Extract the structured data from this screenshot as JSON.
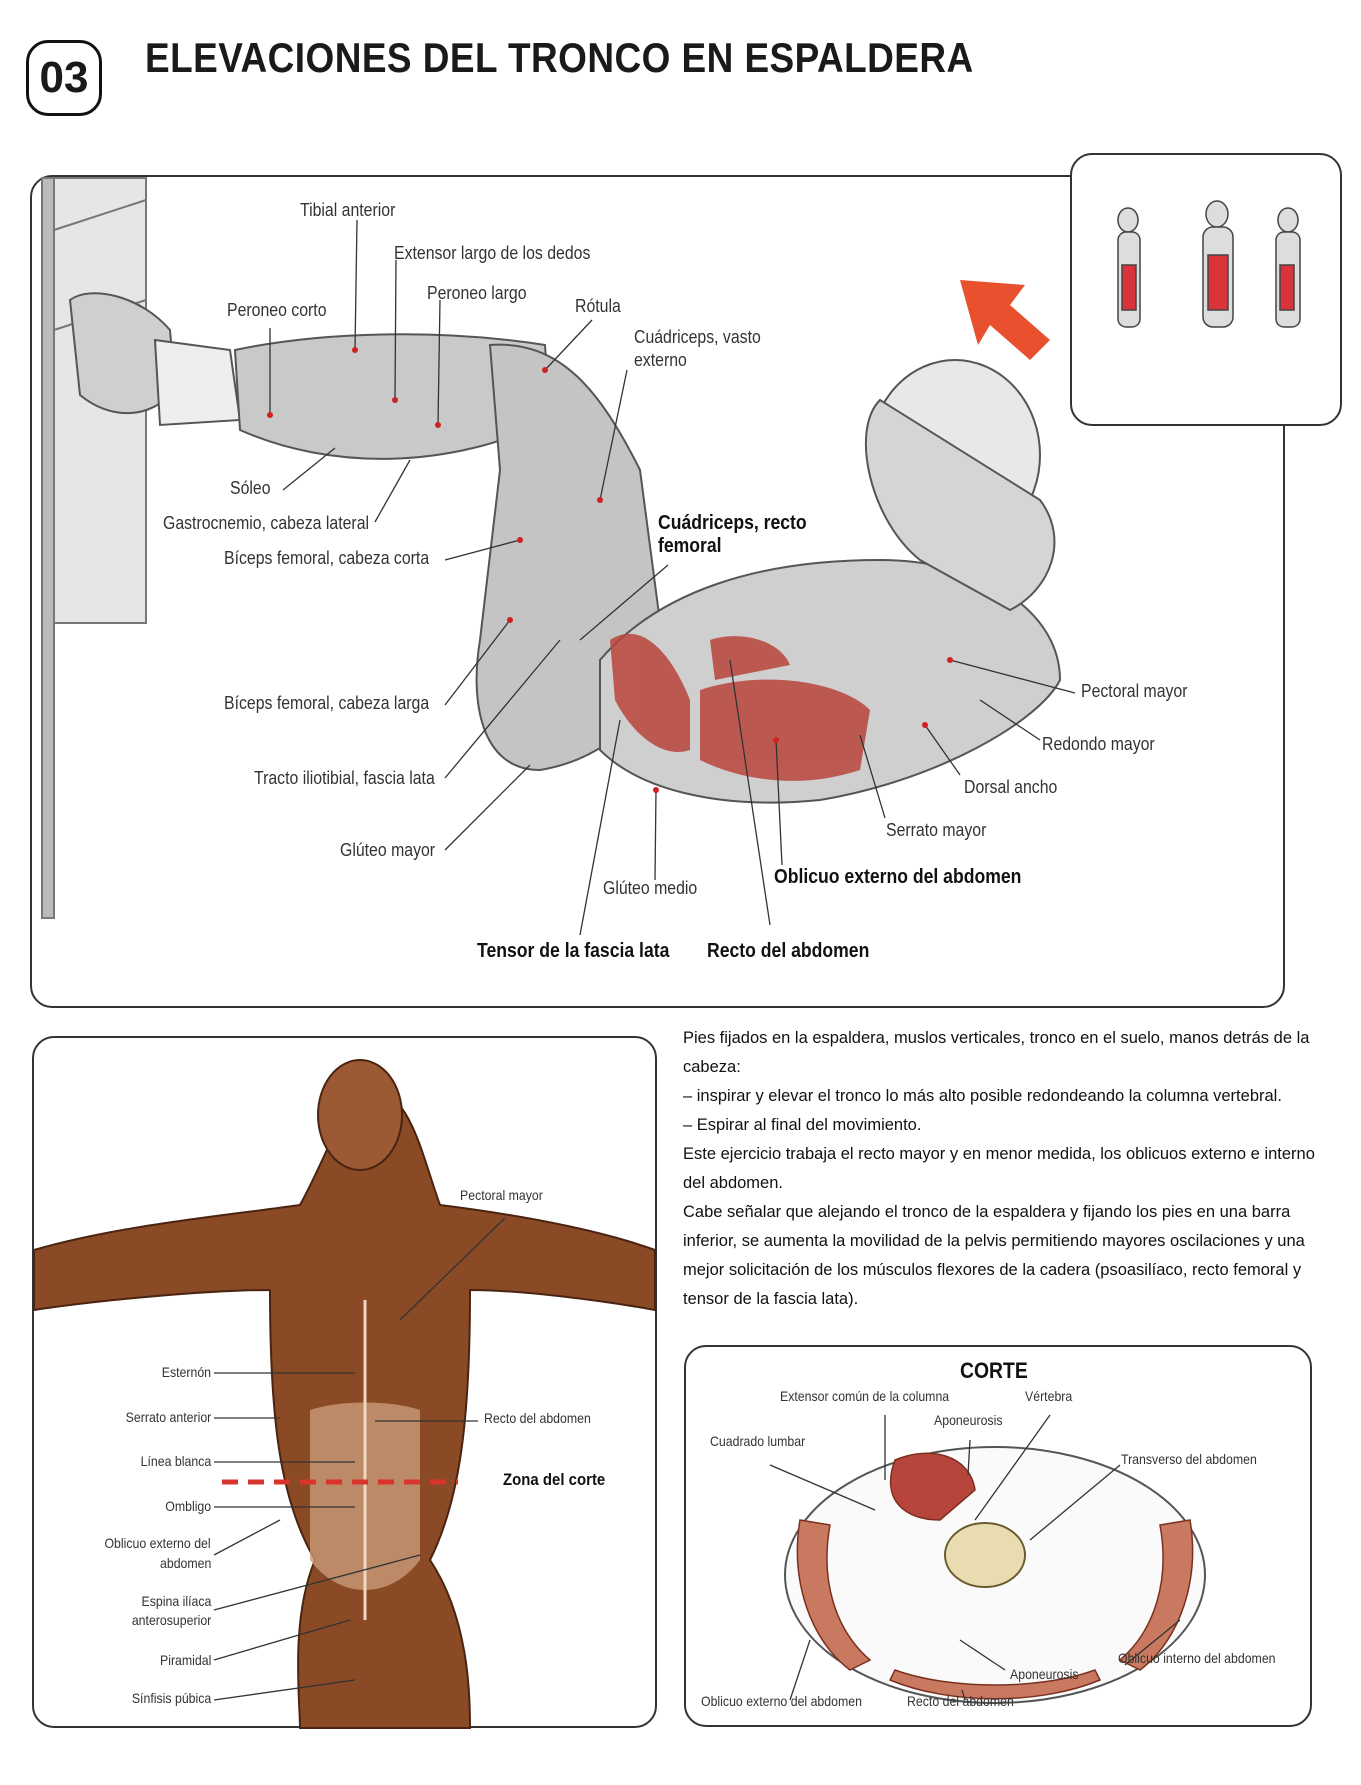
{
  "header": {
    "number": "03",
    "title": "ELEVACIONES DEL TRONCO EN ESPALDERA"
  },
  "main_figure": {
    "labels": {
      "tibial_anterior": "Tibial anterior",
      "extensor_largo": "Extensor largo de los dedos",
      "peroneo_largo": "Peroneo largo",
      "peroneo_corto": "Peroneo corto",
      "rotula": "Rótula",
      "cuadriceps_vasto_1": "Cuádriceps, vasto",
      "cuadriceps_vasto_2": "externo",
      "soleo": "Sóleo",
      "gastrocnemio": "Gastrocnemio, cabeza lateral",
      "biceps_corta": "Bíceps femoral, cabeza corta",
      "cuadriceps_recto_1": "Cuádriceps, recto",
      "cuadriceps_recto_2": "femoral",
      "biceps_larga": "Bíceps femoral, cabeza larga",
      "tracto": "Tracto iliotibial, fascia lata",
      "gluteo_mayor": "Glúteo mayor",
      "gluteo_medio": "Glúteo medio",
      "tensor": "Tensor de la fascia lata",
      "recto_abdomen": "Recto del abdomen",
      "oblicuo_externo": "Oblicuo externo del abdomen",
      "serrato": "Serrato mayor",
      "dorsal": "Dorsal ancho",
      "redondo": "Redondo mayor",
      "pectoral": "Pectoral mayor"
    },
    "colors": {
      "arrow": "#e8502e",
      "muscle_highlight": "#b8453c"
    }
  },
  "anatomy_figure": {
    "labels": {
      "pectoral": "Pectoral mayor",
      "esternon": "Esternón",
      "serrato": "Serrato anterior",
      "recto": "Recto del abdomen",
      "linea_blanca": "Línea blanca",
      "zona_corte": "Zona del corte",
      "ombligo": "Ombligo",
      "oblicuo_1": "Oblicuo externo del",
      "oblicuo_2": "abdomen",
      "espina_1": "Espina ilíaca",
      "espina_2": "anterosuperior",
      "piramidal": "Piramidal",
      "sinfisis": "Sínfisis púbica"
    },
    "colors": {
      "cut_line": "#d9342b",
      "skin": "#8a4a26"
    }
  },
  "description": {
    "p1": "Pies fijados en la espaldera, muslos verticales, tronco en el suelo, manos detrás de la cabeza:",
    "p2": "– inspirar y elevar el tronco lo más alto posible redondeando la columna vertebral.",
    "p3": "– Espirar al final del movimiento.",
    "p4": "Este ejercicio trabaja el recto mayor y en menor medida, los oblicuos externo e interno del abdomen.",
    "p5": "Cabe señalar que alejando el tronco de la espaldera y fijando los pies en una barra inferior, se aumenta la movilidad de la pelvis permitiendo mayores oscilaciones y una mejor solicitación de los músculos flexores de la cadera (psoasilíaco, recto femoral y tensor de la fascia lata)."
  },
  "corte": {
    "title": "CORTE",
    "labels": {
      "extensor": "Extensor común de la columna",
      "vertebra": "Vértebra",
      "aponeurosis_top": "Aponeurosis",
      "cuadrado": "Cuadrado lumbar",
      "transverso": "Transverso del abdomen",
      "oblicuo_interno": "Oblicuo interno del abdomen",
      "aponeurosis_bottom": "Aponeurosis",
      "oblicuo_externo": "Oblicuo externo del abdomen",
      "recto": "Recto del abdomen"
    }
  }
}
